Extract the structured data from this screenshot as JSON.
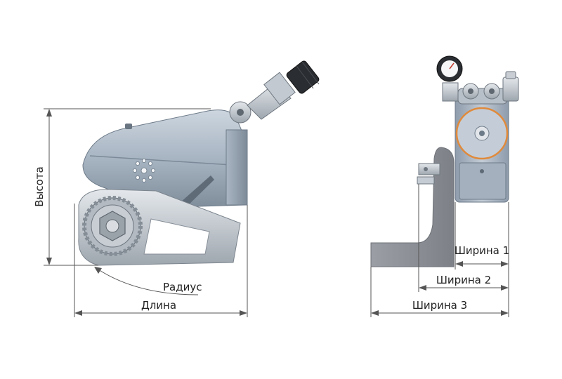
{
  "diagram": {
    "labels": {
      "height": "Высота",
      "length": "Длина",
      "radius": "Радиус",
      "width1": "Ширина 1",
      "width2": "Ширина 2",
      "width3": "Ширина 3"
    },
    "colors": {
      "body_light": "#b8c4d1",
      "body_mid": "#9aa8b8",
      "body_dark": "#6f7d8c",
      "steel": "#c9ced4",
      "gear": "#a9b0b8",
      "reaction_arm": "#8e939a",
      "accent_orange": "#e08a3c",
      "dimension_line": "#555555"
    },
    "icons": [
      "pressure-gauge-icon",
      "hydraulic-connector-icon",
      "swivel-fitting-icon"
    ]
  }
}
